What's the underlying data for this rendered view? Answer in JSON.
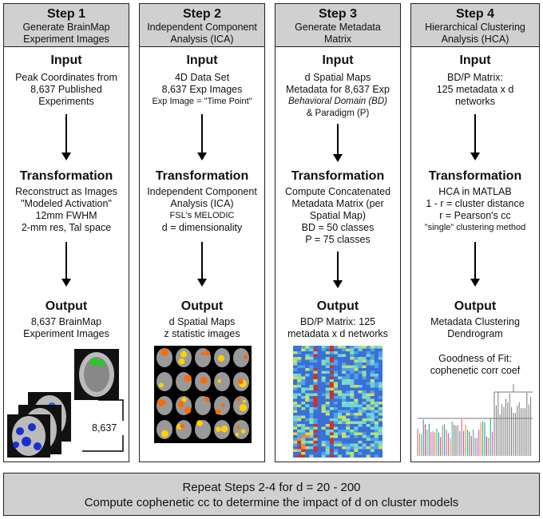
{
  "steps": [
    {
      "title": "Step 1",
      "subtitle": [
        "Generate BrainMap",
        "Experiment Images"
      ],
      "input_title": "Input",
      "input_lines": [
        "Peak Coordinates from",
        "8,637 Published",
        "Experiments"
      ],
      "transform_title": "Transformation",
      "transform_lines": [
        "Reconstruct as Images",
        "\"Modeled Activation\"",
        "12mm FWHM",
        "2-mm res, Tal space"
      ],
      "output_title": "Output",
      "output_lines": [
        "8,637 BrainMap",
        "Experiment Images"
      ],
      "count_label": "8,637"
    },
    {
      "title": "Step 2",
      "subtitle": [
        "Independent Component",
        "Analysis (ICA)"
      ],
      "input_title": "Input",
      "input_lines": [
        "4D Data Set",
        "8,637 Exp Images",
        "Exp Image = \"Time Point\""
      ],
      "transform_title": "Transformation",
      "transform_lines": [
        "Independent Component",
        "Analysis (ICA)",
        "FSL's MELODIC",
        "d = dimensionality"
      ],
      "output_title": "Output",
      "output_lines": [
        "d Spatial Maps",
        "z statistic images"
      ]
    },
    {
      "title": "Step 3",
      "subtitle": [
        "Generate Metadata",
        "Matrix"
      ],
      "input_title": "Input",
      "input_lines": [
        "d Spatial Maps",
        "Metadata for 8,637 Exp",
        "Behavioral Domain (BD)",
        "& Paradigm (P)"
      ],
      "transform_title": "Transformation",
      "transform_lines": [
        "Compute Concatenated",
        "Metadata Matrix (per",
        "Spatial Map)",
        "BD = 50 classes",
        "P = 75 classes"
      ],
      "output_title": "Output",
      "output_lines": [
        "BD/P Matrix: 125",
        "metadata x d networks"
      ]
    },
    {
      "title": "Step 4",
      "subtitle": [
        "Hierarchical Clustering",
        "Analysis (HCA)"
      ],
      "input_title": "Input",
      "input_lines": [
        "BD/P Matrix:",
        "125 metadata x d",
        "networks"
      ],
      "transform_title": "Transformation",
      "transform_lines": [
        "HCA in MATLAB",
        "1 - r = cluster distance",
        "r = Pearson's cc",
        "\"single\" clustering method"
      ],
      "output_title": "Output",
      "output_lines": [
        "Metadata Clustering",
        "Dendrogram"
      ],
      "fit_lines": [
        "Goodness of Fit:",
        "cophenetic corr coef"
      ]
    }
  ],
  "footer": {
    "line1": "Repeat Steps 2-4 for d = 20 - 200",
    "line2": "Compute cophenetic cc to determine the impact of d on cluster models"
  },
  "colors": {
    "header": "#d0d0d0",
    "border": "#222222"
  }
}
